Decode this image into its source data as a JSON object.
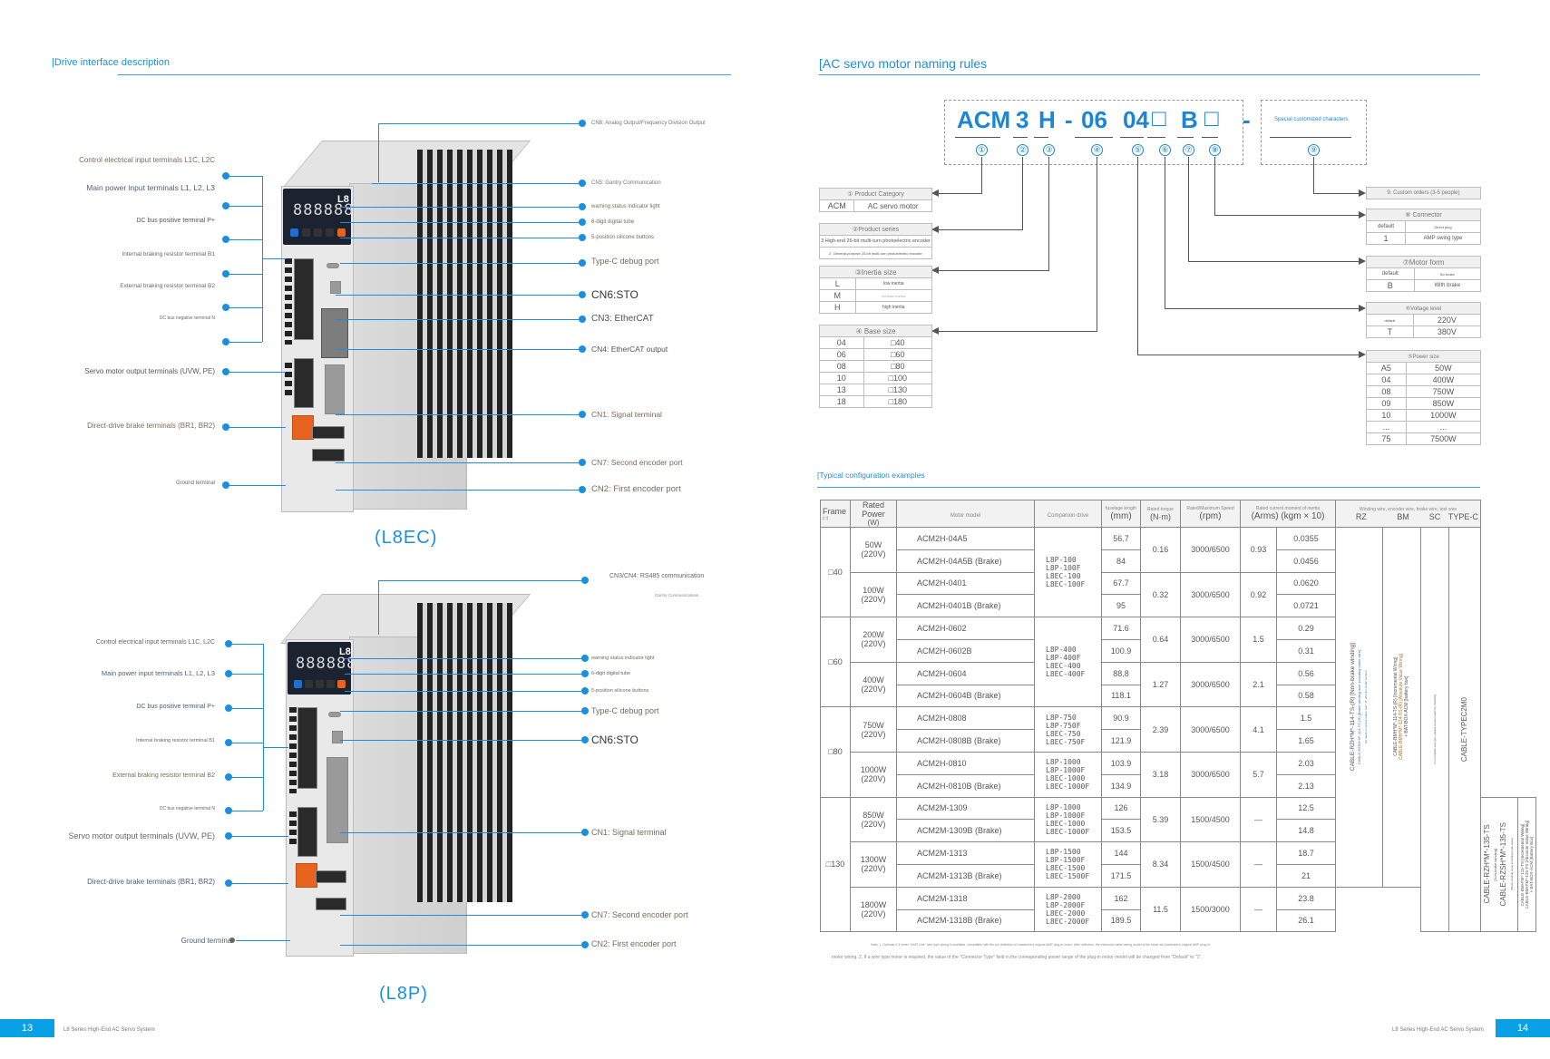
{
  "left_page": {
    "section_title": "|Drive interface description",
    "device_top": {
      "model_caption": "(L8EC)",
      "left_labels": [
        "Control electrical input terminals L1C, L2C",
        "Main power input terminals L1, L2, L3",
        "DC bus positive terminal P+",
        "Internal braking resistor terminal B1",
        "External braking resistor terminal B2",
        "DC bus negative terminal N",
        "Servo motor output terminals (UVW, PE)",
        "Direct-drive brake terminals (BR1, BR2)",
        "Ground terminal"
      ],
      "right_labels": [
        "CN8: Analog Output/Frequency Division Output",
        "CN5: Gantry Communication",
        "warning status indicator light",
        "6-digit digital tube",
        "5-position silicone buttons",
        "Type-C debug port",
        "CN6:STO",
        "CN3: EtherCAT",
        "CN4: EtherCAT output",
        "CN1: Signal terminal",
        "CN7: Second encoder port",
        "CN2: First encoder port"
      ]
    },
    "device_bottom": {
      "model_caption": "(L8P)",
      "left_labels": [
        "Control electrical input terminals L1C, L2C",
        "Main power input terminals L1, L2, L3",
        "DC bus positive terminal P+",
        "Internal braking resistor terminal B1",
        "External braking resistor terminal B2",
        "DC bus negative terminal N",
        "Servo motor output terminals (UVW, PE)",
        "Direct-drive brake terminals (BR1, BR2)",
        "Ground terminal"
      ],
      "right_labels": [
        "CN3/CN4: RS485 communication",
        "Gantry Communications",
        "warning status indicator light",
        "6-digit digital tube",
        "5-position silicone buttons",
        "Type-C debug port",
        "CN6:STO",
        "CN1: Signal terminal",
        "CN7: Second encoder port",
        "CN2: First encoder port"
      ]
    },
    "device_panel": {
      "display": "888888",
      "badge": "L8"
    },
    "footer": {
      "page_number": "13",
      "text": "L8 Series High-End AC Servo System"
    }
  },
  "right_page": {
    "section_title": "[AC servo motor naming rules",
    "naming_code": {
      "parts": [
        "ACM",
        "3",
        "H",
        "-",
        "06",
        "04",
        "□",
        "B",
        "□"
      ],
      "separator": "-",
      "special": "Special customized characters",
      "markers": [
        "①",
        "②",
        "③",
        "④",
        "⑤",
        "⑥",
        "⑦",
        "⑧",
        "⑨"
      ]
    },
    "product_category": {
      "header": "① Product Category",
      "rows": [
        [
          "ACM",
          "AC servo motor"
        ]
      ]
    },
    "product_series": {
      "header": "②Product series",
      "rows": [
        "3 High-end 26-bit multi-turn photoelectric encoder",
        "2. General-purpose 23-bit multi-turn photoelectric encoder"
      ]
    },
    "inertia_size": {
      "header": "③Inertia size",
      "rows": [
        [
          "L",
          "low inertia"
        ],
        [
          "M",
          "medium inertia"
        ],
        [
          "H",
          "high inertia"
        ]
      ]
    },
    "base_size": {
      "header": "④ Base size",
      "rows": [
        [
          "04",
          "□40"
        ],
        [
          "06",
          "□60"
        ],
        [
          "08",
          "□80"
        ],
        [
          "10",
          "□100"
        ],
        [
          "13",
          "□130"
        ],
        [
          "18",
          "□180"
        ]
      ]
    },
    "custom_orders": {
      "header": "9. Custom orders (3-5 people)"
    },
    "connector": {
      "header": "⑧ Connector",
      "rows": [
        [
          "default",
          "Direct plug"
        ],
        [
          "1",
          "AMP swing type"
        ]
      ]
    },
    "motor_form": {
      "header": "⑦Motor form",
      "rows": [
        [
          "default",
          "No brake"
        ],
        [
          "B",
          "With brake"
        ]
      ]
    },
    "voltage_level": {
      "header": "⑥Voltage level",
      "rows": [
        [
          "default",
          "220V"
        ],
        [
          "T",
          "380V"
        ]
      ]
    },
    "power_size": {
      "header": "⑤Power size",
      "rows": [
        [
          "A5",
          "50W"
        ],
        [
          "04",
          "400W"
        ],
        [
          "08",
          "750W"
        ],
        [
          "09",
          "850W"
        ],
        [
          "10",
          "1000W"
        ],
        [
          "...",
          "..."
        ],
        [
          "75",
          "7500W"
        ]
      ]
    },
    "config_title": "[Typical configuration examples",
    "spec_table": {
      "headers": {
        "frame": "Frame",
        "frame_unit": "(□)",
        "power": "Rated Power",
        "power_unit": "(W)",
        "model": "Motor model",
        "drive": "Companion drive",
        "length": "fuselage length",
        "length_unit": "(mm)",
        "torque": "Rated torque",
        "torque_unit": "(N·m)",
        "speed": "Rated/Maximum Speed",
        "speed_unit": "(rpm)",
        "current": "Rated current moment of inertia",
        "current_unit": "(Arms) (kgm × 10)",
        "wires": "Winding wire, encoder wire, brake wire, test wire",
        "rz": "RZ",
        "bm": "BM",
        "sc": "SC",
        "typec": "TYPE-C"
      },
      "groups": [
        {
          "frame": "□40",
          "powers": [
            {
              "power": "50W\n(220V)",
              "torque": "0.16",
              "speed": "3000/6500",
              "current": "0.93",
              "models": [
                [
                  "ACM2H-04A5",
                  "56.7",
                  "0.0355"
                ],
                [
                  "ACM2H-04A5B (Brake)",
                  "84",
                  "0.0456"
                ]
              ]
            },
            {
              "power": "100W\n(220V)",
              "torque": "0.32",
              "speed": "3000/6500",
              "current": "0.92",
              "models": [
                [
                  "ACM2H-0401",
                  "67.7",
                  "0.0620"
                ],
                [
                  "ACM2H-0401B (Brake)",
                  "95",
                  "0.0721"
                ]
              ]
            }
          ],
          "drives": "L8P-100\nL8P-100F\nL8EC-100\nL8EC-100F"
        },
        {
          "frame": "□60",
          "powers": [
            {
              "power": "200W\n(220V)",
              "torque": "0.64",
              "speed": "3000/6500",
              "current": "1.5",
              "models": [
                [
                  "ACM2H-0602",
                  "71.6",
                  "0.29"
                ],
                [
                  "ACM2H-0602B",
                  "100.9",
                  "0.31"
                ]
              ]
            },
            {
              "power": "400W\n(220V)",
              "torque": "1.27",
              "speed": "3000/6500",
              "current": "2.1",
              "models": [
                [
                  "ACM2H-0604",
                  "88.8",
                  "0.56"
                ],
                [
                  "ACM2H-0604B (Brake)",
                  "118.1",
                  "0.58"
                ]
              ]
            }
          ],
          "drives": "L8P-400\nL8P-400F\nL8EC-400\nL8EC-400F"
        },
        {
          "frame": "□80",
          "powers": [
            {
              "power": "750W\n(220V)",
              "torque": "2.39",
              "speed": "3000/6500",
              "current": "4.1",
              "drives": "L8P-750\nL8P-750F\nL8EC-750\nL8EC-750F",
              "models": [
                [
                  "ACM2H-0808",
                  "90.9",
                  "1.5"
                ],
                [
                  "ACM2H-0808B (Brake)",
                  "121.9",
                  "1.65"
                ]
              ]
            },
            {
              "power": "1000W\n(220V)",
              "torque": "3.18",
              "speed": "3000/6500",
              "current": "5.7",
              "drives": "L8P-1000\nL8P-1000F\nL8EC-1000\nL8EC-1000F",
              "models": [
                [
                  "ACM2H-0810",
                  "103.9",
                  "2.03"
                ],
                [
                  "ACM2H-0810B (Brake)",
                  "134.9",
                  "2.13"
                ]
              ]
            }
          ]
        },
        {
          "frame": "□130",
          "powers": [
            {
              "power": "850W\n(220V)",
              "torque": "5.39",
              "speed": "1500/4500",
              "current": "—",
              "drives": "L8P-1000\nL8P-1000F\nL8EC-1000\nL8EC-1000F",
              "models": [
                [
                  "ACM2M-1309",
                  "126",
                  "12.5"
                ],
                [
                  "ACM2M-1309B (Brake)",
                  "153.5",
                  "14.8"
                ]
              ]
            },
            {
              "power": "1300W\n(220V)",
              "torque": "8.34",
              "speed": "1500/4500",
              "current": "—",
              "drives": "L8P-1500\nL8P-1500F\nL8EC-1500\nL8EC-1500F",
              "models": [
                [
                  "ACM2M-1313",
                  "144",
                  "18.7"
                ],
                [
                  "ACM2M-1313B (Brake)",
                  "171.5",
                  "21"
                ]
              ]
            },
            {
              "power": "1800W\n(220V)",
              "torque": "11.5",
              "speed": "1500/3000",
              "current": "—",
              "drives": "L8P-2000\nL8P-2000F\nL8EC-2000\nL8EC-2000F",
              "models": [
                [
                  "ACM2M-1318",
                  "162",
                  "23.8"
                ],
                [
                  "ACM2M-1318B (Brake)",
                  "189.5",
                  "26.1"
                ]
              ]
            }
          ]
        }
      ],
      "cables": {
        "rz_upper": [
          "CABLE-RZH*M*-114-TS-(R) [Non-brake winding]",
          "CABLE-RZSH*M*-114-TS-(R) [Brake winding wire including brake wire]",
          "(for leads-out going cables, add \"-R\" after the model number)"
        ],
        "rz_lower": [
          "CABLE-RZH*M*-135-TS",
          "[Non-brake winding]",
          "CABLE-RZSH*M*-135-TS",
          "[Brake winding wires including brake wires]"
        ],
        "bm_upper": [
          "CABLE-BMH*M*-114-TS-(R) [Incremental Wiring]",
          "CABLE-BMH*M*-124-TS-(R) [Absolute Value Wiring]",
          "+ BAT-BOX-ACM [battery box]"
        ],
        "bm_lower": [
          "CABLE-BMH*M*-115-TS [Incremental Wiring]",
          "CABLE-BMH*M*-125-TS [Absolute Value Wiring]",
          "+ BAT-BOX-ACM [Battery Box]"
        ],
        "sc": "For complete wire type, please contact sales for matching",
        "typec": "CABLE-TYPEC2M0"
      }
    },
    "note_line1": "Note: 1. Optional 0.3 meter \"AMP-Line\" wire type wiring is available, compatible with the pin definition of Leadshine's original AMP plug-in motor. After selection, the extension cable wiring model is the same as Leadshine's original AMP plug-in",
    "note_line2": "motor wiring. 2. If a wire type motor is required, the value of the \"Connector Type\" field in the corresponding power range of the plug-in motor model will be changed from \"Default\" to \"1\".",
    "footer": {
      "page_number": "14",
      "text": "L8 Series High-End AC Servo System"
    }
  }
}
